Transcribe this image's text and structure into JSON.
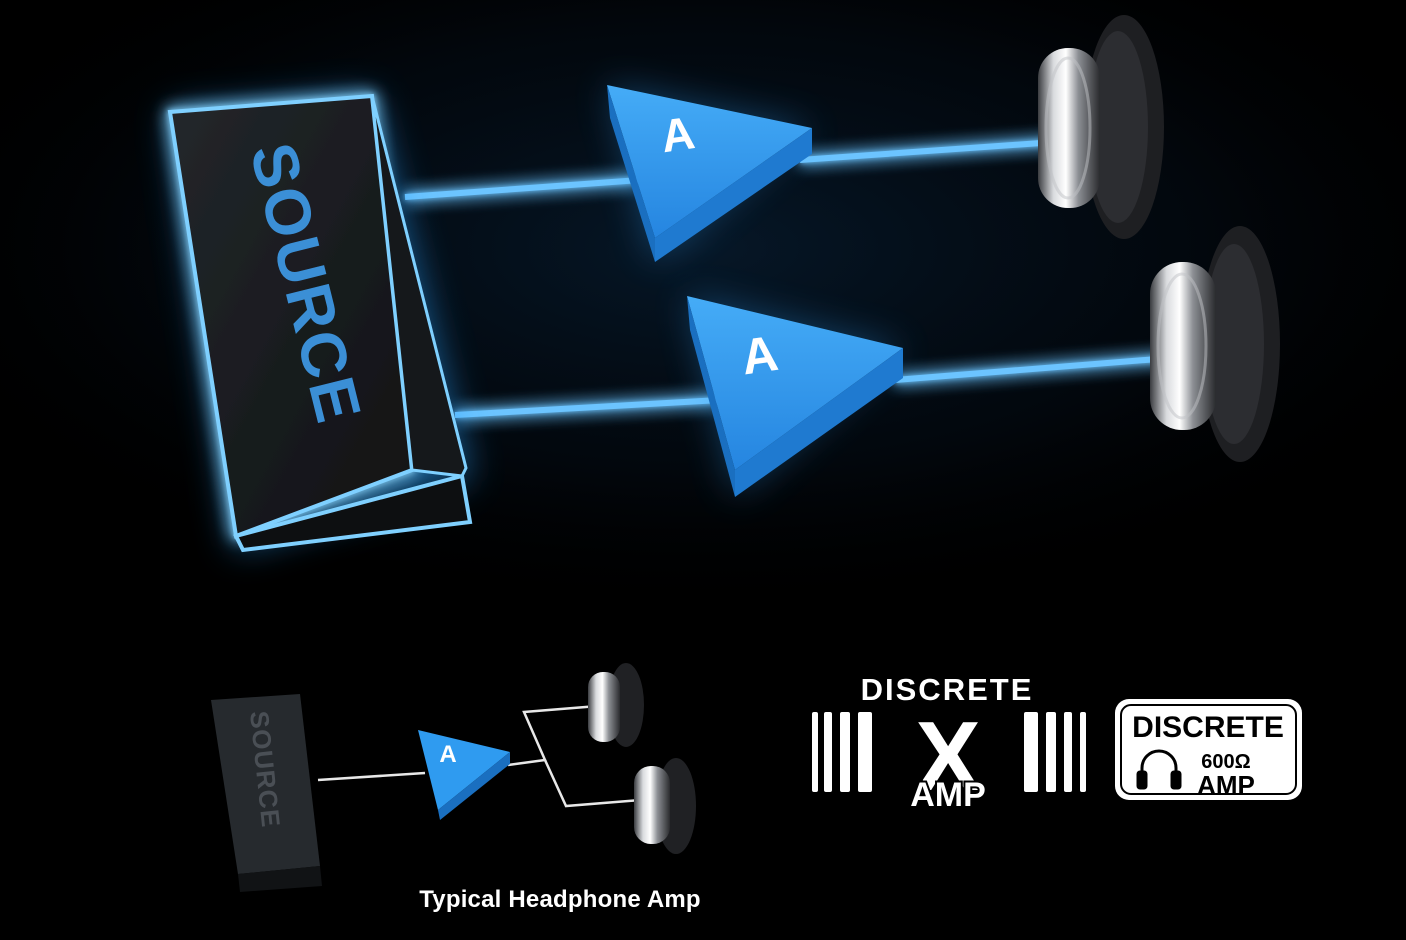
{
  "diagram": {
    "main_source_label": "SOURCE",
    "main_amp_top_label": "A",
    "main_amp_bottom_label": "A",
    "mini_source_label": "SOURCE",
    "mini_amp_label": "A",
    "caption": "Typical Headphone Amp"
  },
  "badges": {
    "xamp": {
      "top_text": "DISCRETE",
      "center_letter": "X",
      "bottom_text": "AMP"
    },
    "headphone_amp": {
      "top_text": "DISCRETE",
      "impedance": "600Ω",
      "bottom_text": "AMP"
    }
  },
  "colors": {
    "background": "#000000",
    "glow": "#29a3ff",
    "amp_blue": "#2f9bf0",
    "amp_blue_dark": "#1a6fc0",
    "source_body": "#1c1f22",
    "source_text": "#3b8fd6",
    "white": "#ffffff"
  }
}
